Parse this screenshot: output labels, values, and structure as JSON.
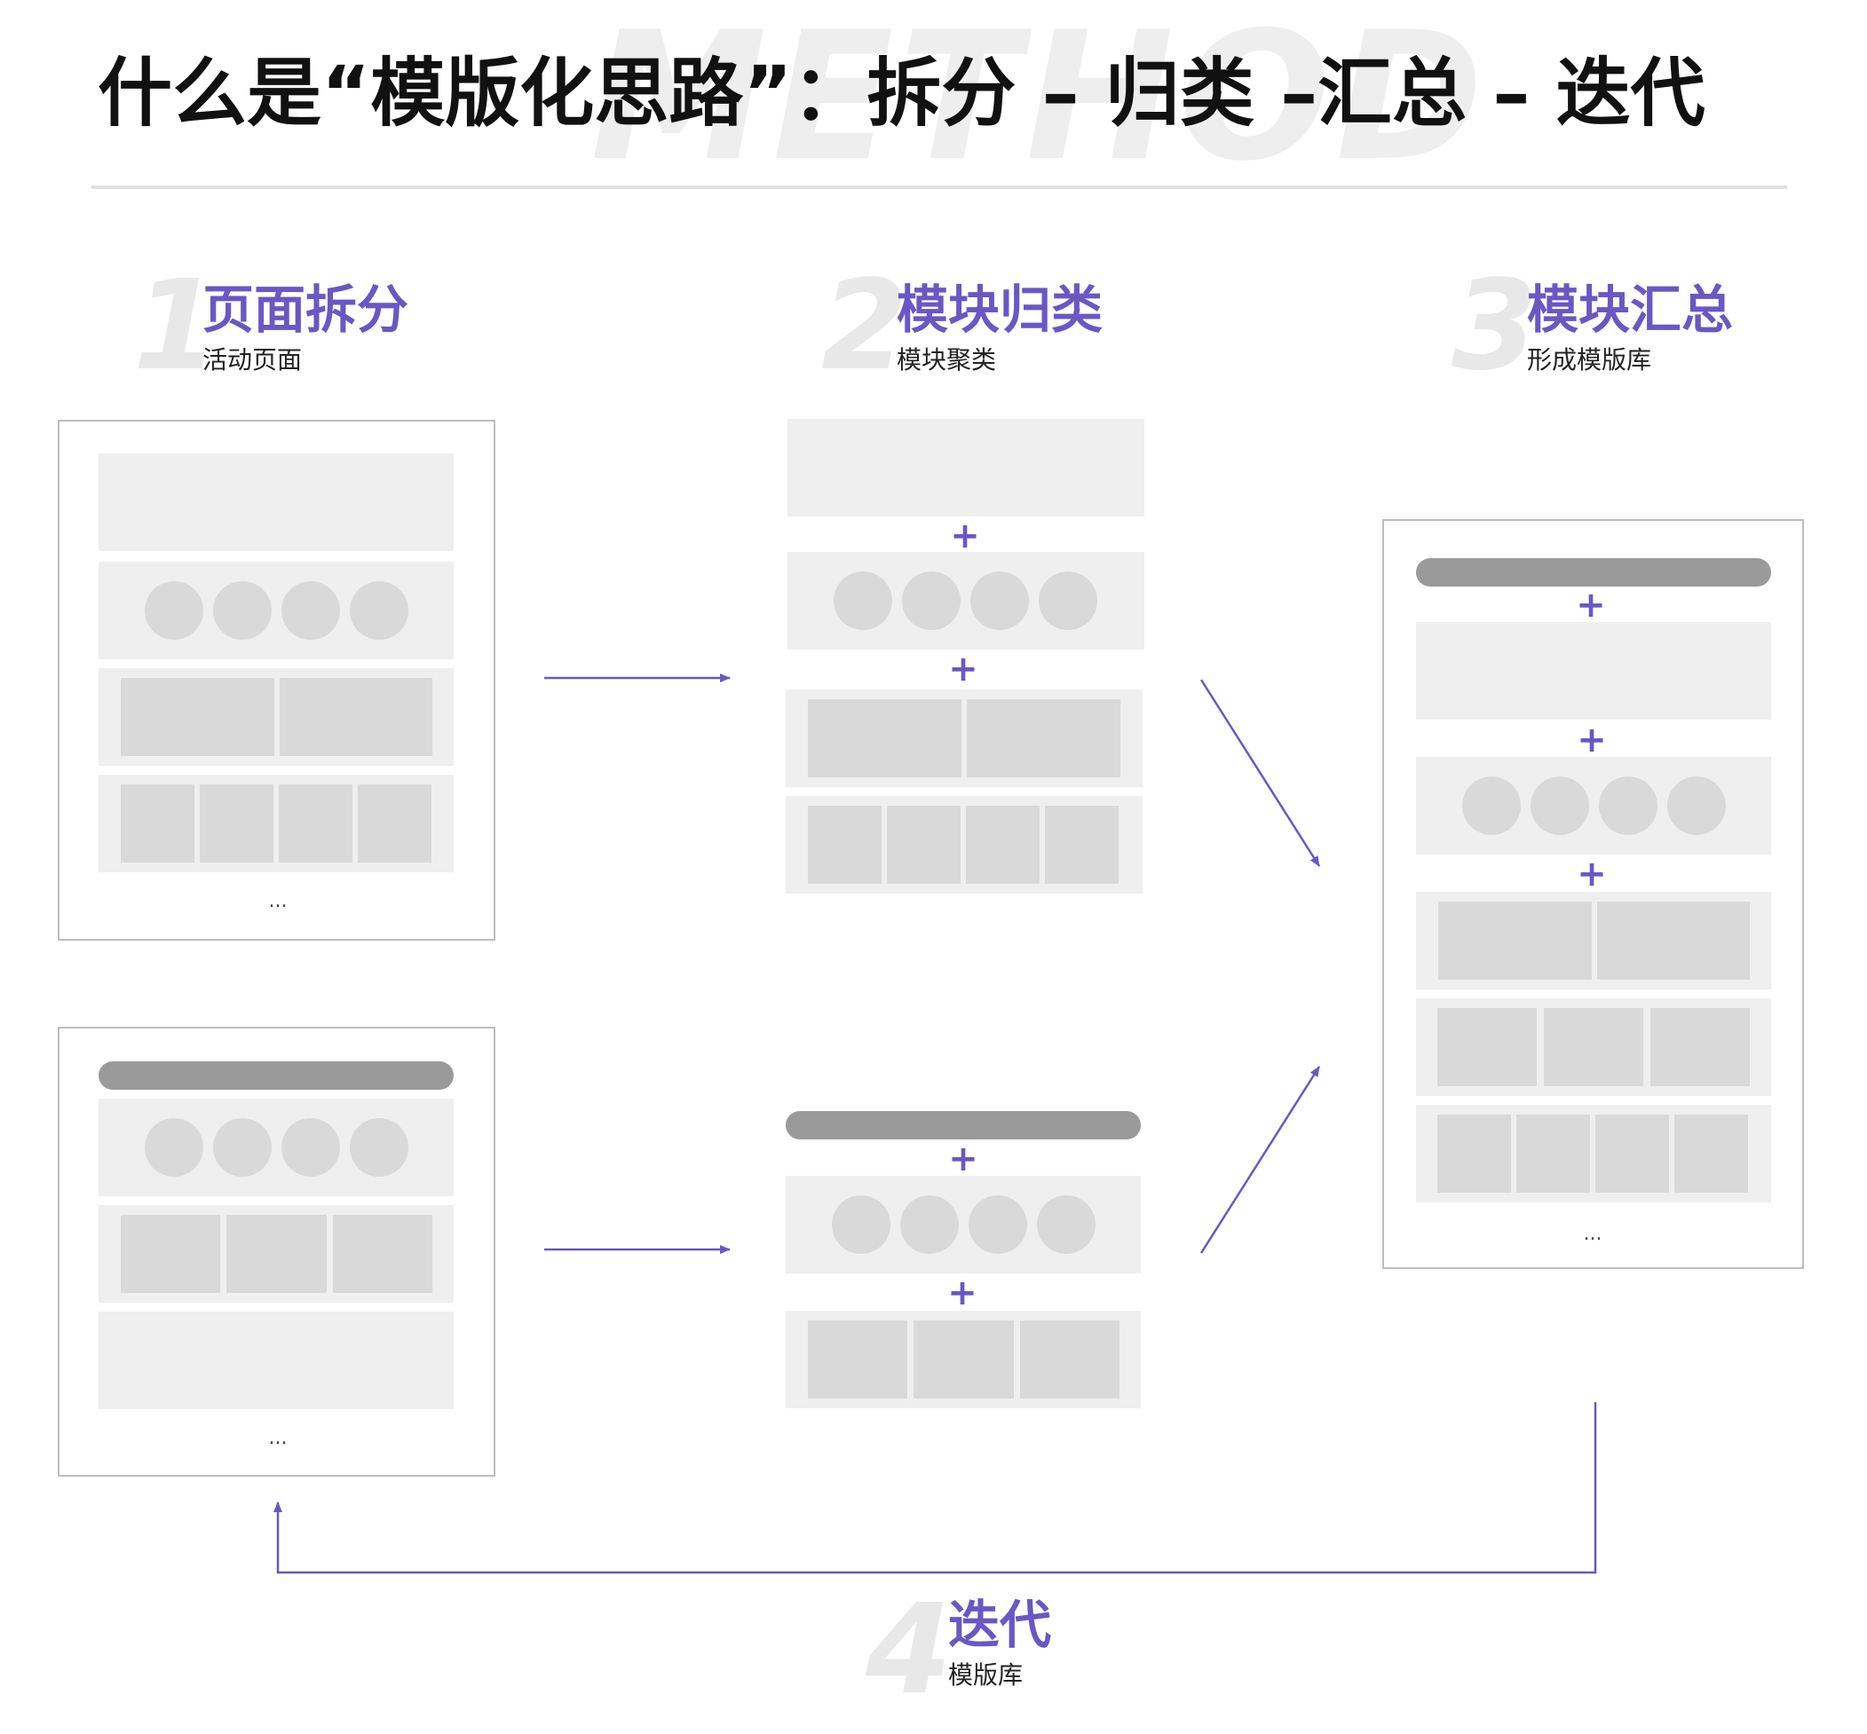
{
  "header": {
    "watermark": "METHOD",
    "title": "什么是“模版化思路”：拆分 – 归类 –汇总 – 迭代"
  },
  "steps": [
    {
      "num": "1",
      "title": "页面拆分",
      "subtitle": "活动页面"
    },
    {
      "num": "2",
      "title": "模块归类",
      "subtitle": "模块聚类"
    },
    {
      "num": "3",
      "title": "模块汇总",
      "subtitle": "形成模版库"
    },
    {
      "num": "4",
      "title": "迭代",
      "subtitle": "模版库"
    }
  ],
  "symbols": {
    "plus": "+",
    "ellipsis": "..."
  },
  "colors": {
    "accent": "#6a57c4",
    "block": "#efefef",
    "tile": "#d9d9d9",
    "bar": "#9a9a9a",
    "frame": "#bdbdbd"
  }
}
